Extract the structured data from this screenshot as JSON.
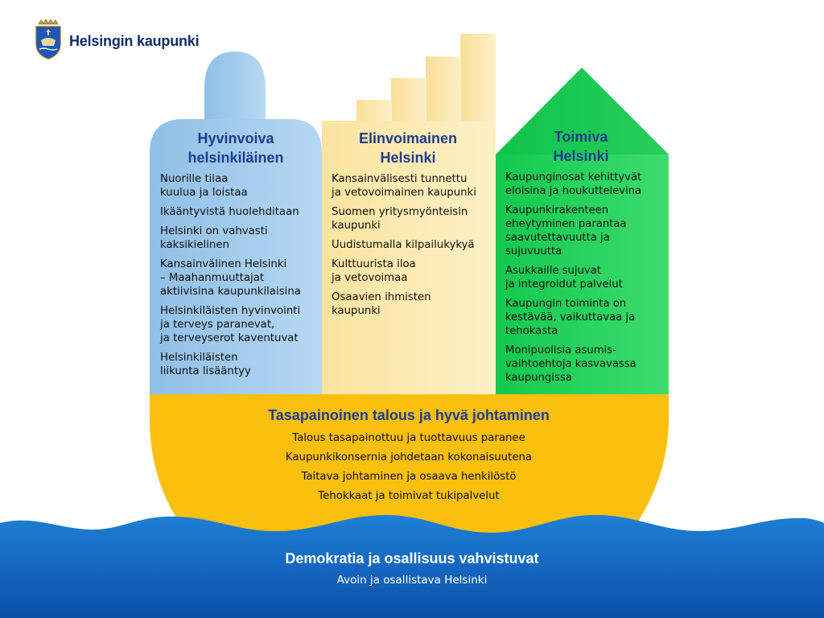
{
  "header": {
    "logo_text": "Helsingin kaupunki"
  },
  "columns": [
    {
      "title_lines": [
        "Hyvinvoiva",
        "helsinkiläinen"
      ],
      "items": [
        "Nuorille tilaa\nkuulua ja loistaa",
        "Ikääntyvistä huolehditaan",
        "Helsinki on vahvasti\nkaksikielinen",
        "Kansainvälinen Helsinki\n– Maahanmuuttajat\naktiivisina kaupunkilaisina",
        "Helsinkiläisten hyvinvointi\nja terveys paranevat,\nja terveyserot kaventuvat",
        "Helsinkiläisten\nliikunta lisääntyy"
      ]
    },
    {
      "title_lines": [
        "Elinvoimainen",
        "Helsinki"
      ],
      "items": [
        "Kansainvälisesti tunnettu\nja vetovoimainen kaupunki",
        "Suomen yritysmyönteisin\nkaupunki",
        "Uudistumalla kilpailukykyä",
        "Kulttuurista iloa\nja vetovoimaa",
        "Osaavien ihmisten\nkaupunki"
      ]
    },
    {
      "title_lines": [
        "Toimiva",
        "Helsinki"
      ],
      "items": [
        "Kaupunginosat kehittyvät\neloisina ja houkuttelevina",
        "Kaupunkirakenteen\neheytyminen parantaa\nsaavutettavuutta ja\nsujuvuutta",
        "Asukkaille sujuvat\nja integroidut palvelut",
        "Kaupungin toiminta on\nkestävää, vaikuttavaa ja\ntehokasta",
        "Monipuolisia asumis-\nvaihtoehtoja kasvavassa\nkaupungissa"
      ]
    }
  ],
  "base": {
    "title": "Tasapainoinen talous ja hyvä johtaminen",
    "items": [
      "Talous tasapainottuu ja tuottavuus paranee",
      "Kaupunkikonsernia johdetaan kokonaisuutena",
      "Taitava johtaminen ja osaava henkilöstö",
      "Tehokkaat ja toimivat tukipalvelut"
    ]
  },
  "sea": {
    "title": "Demokratia ja osallisuus vahvistuvat",
    "subtitle": "Avoin ja osallistava Helsinki"
  },
  "colors": {
    "blue_pillar": "#9cc8ea",
    "yellow_pillar": "#fce9b0",
    "green_pillar": "#1fd15c",
    "base": "#fbbf0e",
    "sea": "#0a5bb5",
    "title_blue": "#1f3d8f"
  },
  "icons": {
    "logo": "helsinki-crest-icon"
  }
}
